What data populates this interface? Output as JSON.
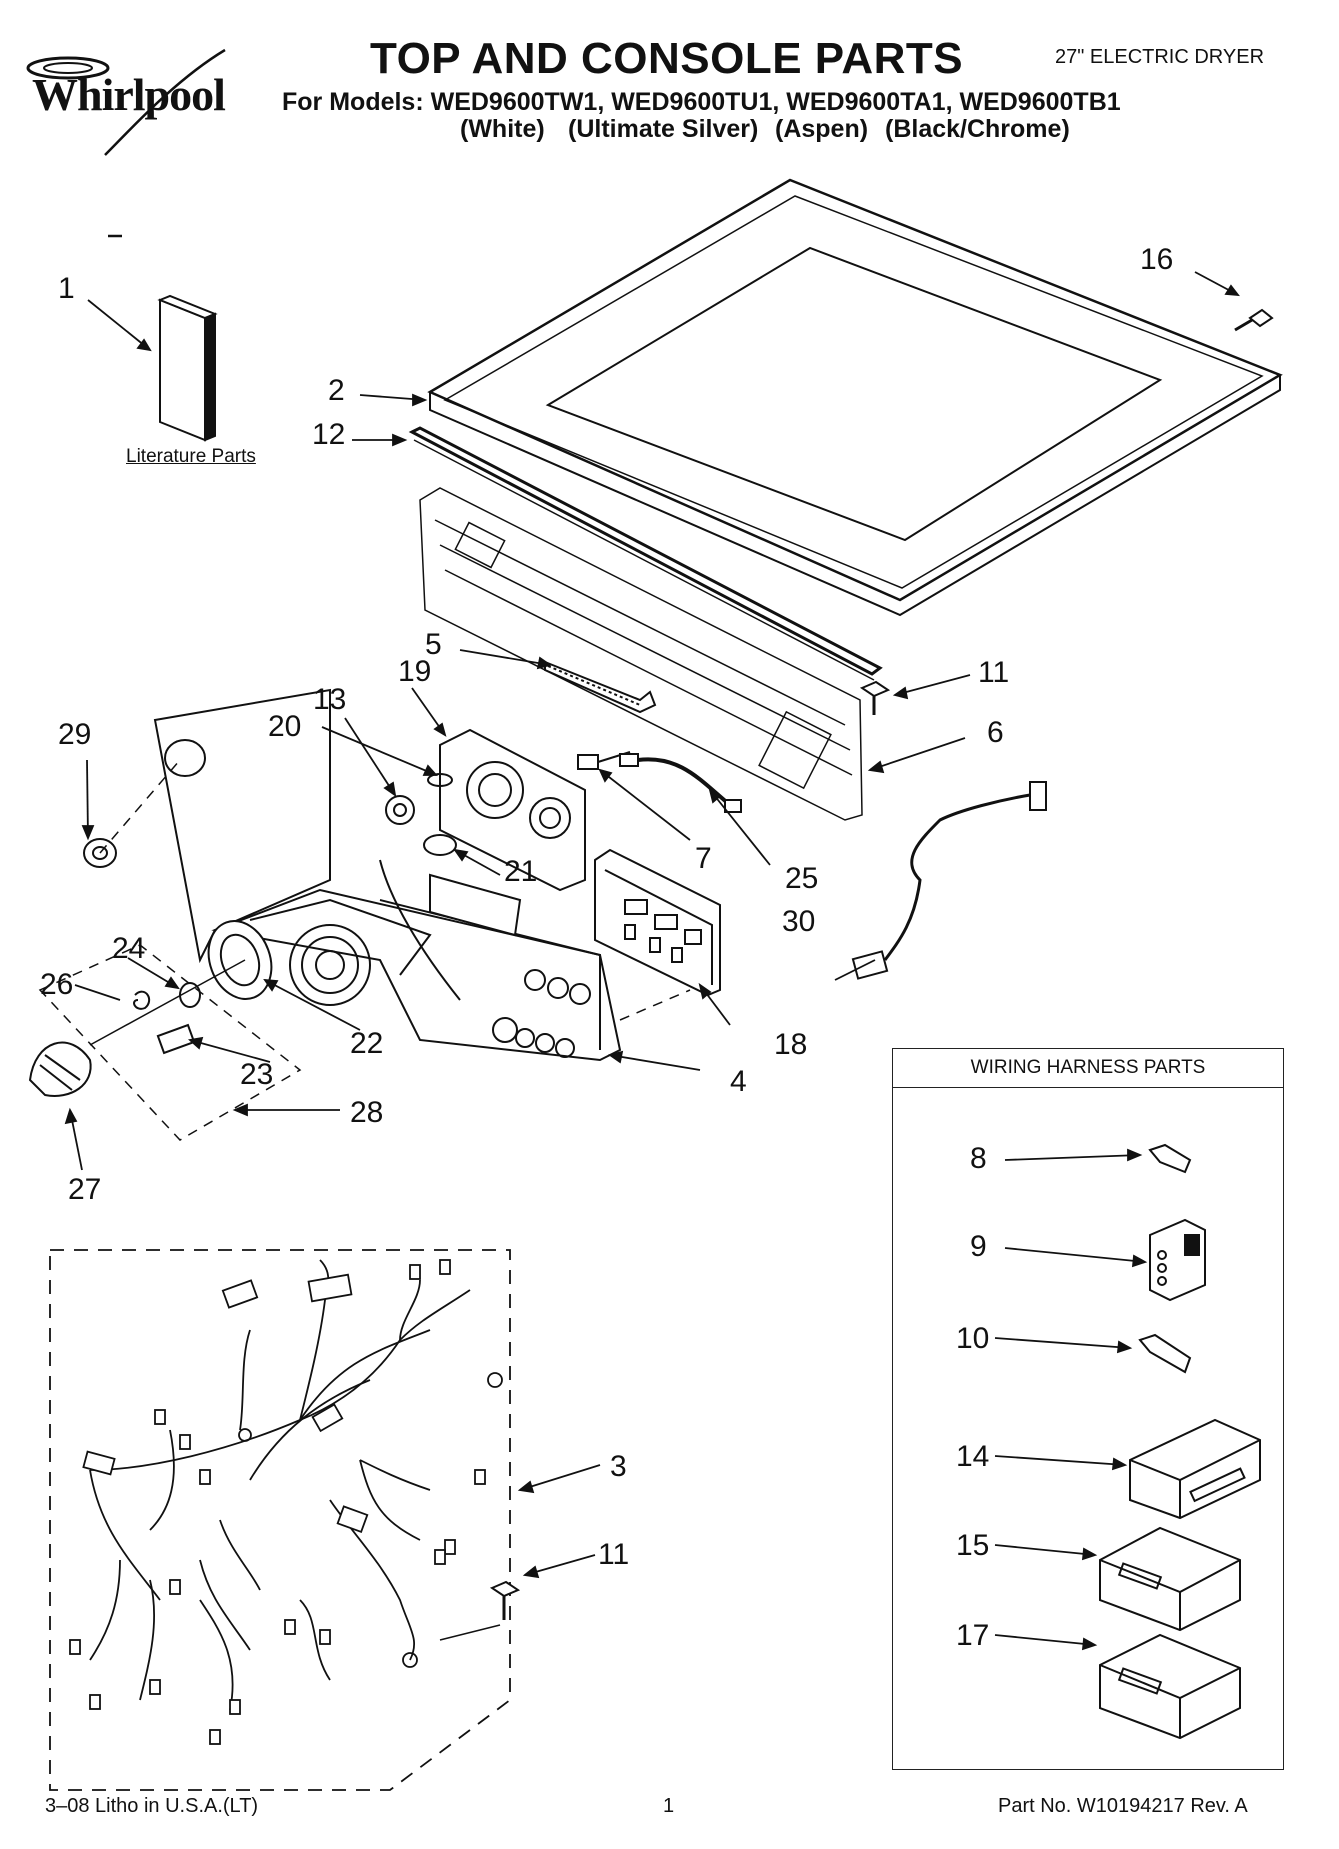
{
  "brand": "Whirlpool",
  "header": {
    "title": "TOP AND CONSOLE PARTS",
    "product": "27\" ELECTRIC DRYER",
    "models_line": "For Models: WED9600TW1, WED9600TU1,  WED9600TA1, WED9600TB1",
    "colors": [
      "(White)",
      "(Ultimate Silver)",
      "(Aspen)",
      "(Black/Chrome)"
    ]
  },
  "literature_label": "Literature Parts",
  "wiring_harness_title": "WIRING HARNESS PARTS",
  "callouts": {
    "c1": "1",
    "c2": "2",
    "c3": "3",
    "c4": "4",
    "c5": "5",
    "c6": "6",
    "c7": "7",
    "c8": "8",
    "c9": "9",
    "c10": "10",
    "c11a": "11",
    "c11b": "11",
    "c12": "12",
    "c13": "13",
    "c14": "14",
    "c15": "15",
    "c16": "16",
    "c17": "17",
    "c18": "18",
    "c19": "19",
    "c20": "20",
    "c21": "21",
    "c22": "22",
    "c23": "23",
    "c24": "24",
    "c25": "25",
    "c26": "26",
    "c27": "27",
    "c28": "28",
    "c29": "29",
    "c30": "30"
  },
  "footer": {
    "litho": "3–08 Litho in U.S.A.(LT)",
    "page": "1",
    "part_no": "Part No. W10194217 Rev. A"
  }
}
